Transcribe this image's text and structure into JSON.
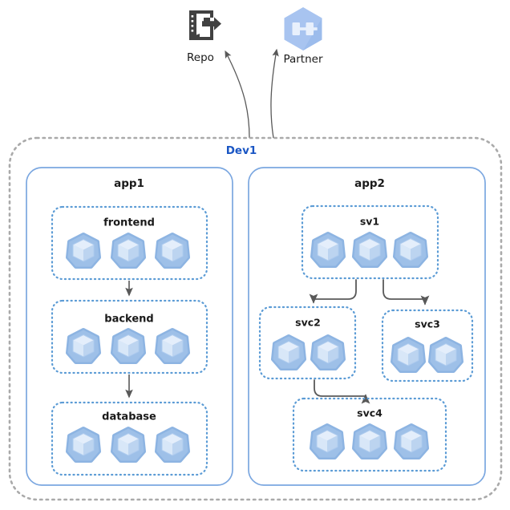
{
  "diagram": {
    "title": "Dev1",
    "environment": {
      "name": "Dev1",
      "label": "Dev1",
      "border_style": "dotted",
      "border_color": "#aaaaaa"
    },
    "accent_colors": {
      "app_border": "#7ba7e0",
      "service_border": "#5b9bd5",
      "pod_fill": "#c5d9f1",
      "pod_stroke": "#8db4e2",
      "env_label": "#1a56c4",
      "arrow": "#595959",
      "repo_icon": "#414141",
      "partner_icon": "#a8c4f0"
    },
    "external_nodes": [
      {
        "id": "repo",
        "label": "Repo",
        "icon": "repo-export-icon"
      },
      {
        "id": "partner",
        "label": "Partner",
        "icon": "partner-hexagon-icon"
      }
    ],
    "applications": [
      {
        "id": "app1",
        "label": "app1",
        "services": [
          {
            "id": "frontend",
            "label": "frontend",
            "pod_count": 3,
            "pod_icon": "pod-cube-icon"
          },
          {
            "id": "backend",
            "label": "backend",
            "pod_count": 3,
            "pod_icon": "pod-cube-icon"
          },
          {
            "id": "database",
            "label": "database",
            "pod_count": 3,
            "pod_icon": "pod-cube-icon"
          }
        ],
        "connections": [
          {
            "from": "frontend",
            "to": "backend"
          },
          {
            "from": "backend",
            "to": "database"
          }
        ]
      },
      {
        "id": "app2",
        "label": "app2",
        "services": [
          {
            "id": "sv1",
            "label": "sv1",
            "pod_count": 3,
            "pod_icon": "pod-cube-icon"
          },
          {
            "id": "svc2",
            "label": "svc2",
            "pod_count": 2,
            "pod_icon": "pod-cube-icon"
          },
          {
            "id": "svc3",
            "label": "svc3",
            "pod_count": 2,
            "pod_icon": "pod-cube-icon"
          },
          {
            "id": "svc4",
            "label": "svc4",
            "pod_count": 3,
            "pod_icon": "pod-cube-icon"
          }
        ],
        "connections": [
          {
            "from": "sv1",
            "to": "svc2"
          },
          {
            "from": "sv1",
            "to": "svc3"
          },
          {
            "from": "svc2",
            "to": "svc4"
          }
        ]
      }
    ],
    "external_connections": [
      {
        "from": "Dev1",
        "to": "repo"
      },
      {
        "from": "Dev1",
        "to": "partner"
      }
    ]
  }
}
